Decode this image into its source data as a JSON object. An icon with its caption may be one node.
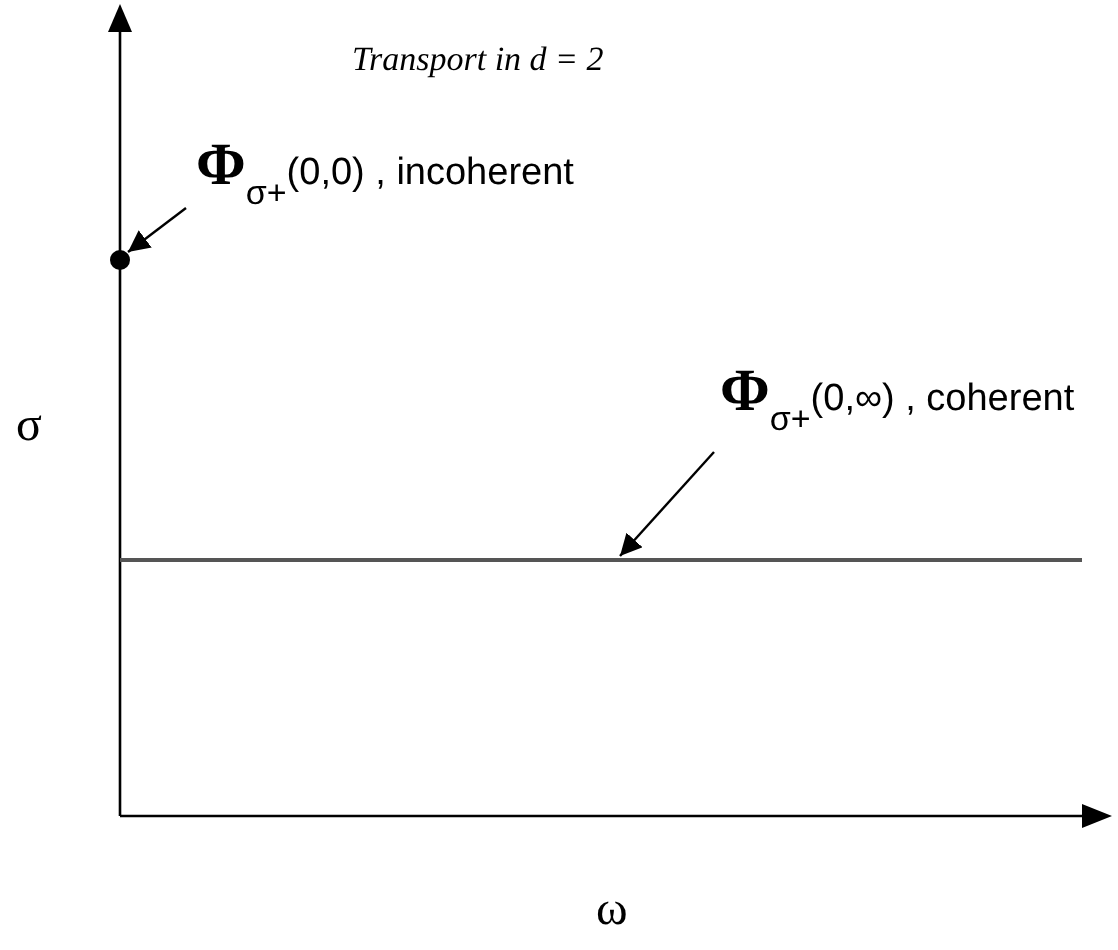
{
  "diagram": {
    "title": "Transport in d = 2",
    "nodes": [
      {
        "text": [
          "Φ$_{σ+}$(0,0) , incoherent"
        ]
      },
      {
        "text": [],
        "shape": "circle"
      },
      {
        "text": [
          "Φ$_{σ+}$(0,∞) , coherent"
        ]
      },
      {
        "text": [],
        "shape": "line"
      }
    ],
    "edges": [
      {
        "from": 0,
        "to": 1,
        "arrow": "to"
      },
      {
        "from": 2,
        "to": 3,
        "arrow": "to"
      }
    ],
    "labels": [
      "σ",
      "ω"
    ]
  }
}
